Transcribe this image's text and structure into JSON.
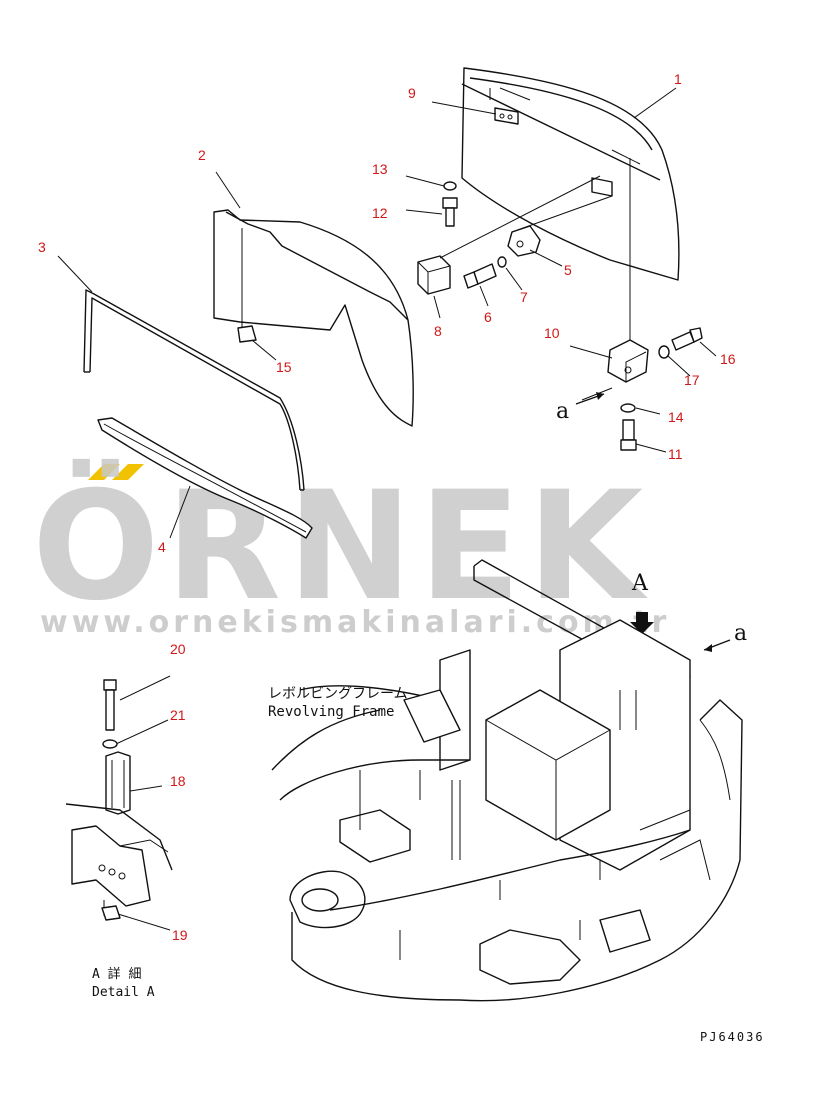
{
  "diagram": {
    "callouts": [
      {
        "id": "1",
        "text": "1"
      },
      {
        "id": "2",
        "text": "2"
      },
      {
        "id": "3",
        "text": "3"
      },
      {
        "id": "4",
        "text": "4"
      },
      {
        "id": "5",
        "text": "5"
      },
      {
        "id": "6",
        "text": "6"
      },
      {
        "id": "7",
        "text": "7"
      },
      {
        "id": "8",
        "text": "8"
      },
      {
        "id": "9",
        "text": "9"
      },
      {
        "id": "10",
        "text": "10"
      },
      {
        "id": "11",
        "text": "11"
      },
      {
        "id": "12",
        "text": "12"
      },
      {
        "id": "13",
        "text": "13"
      },
      {
        "id": "14",
        "text": "14"
      },
      {
        "id": "15",
        "text": "15"
      },
      {
        "id": "16",
        "text": "16"
      },
      {
        "id": "17",
        "text": "17"
      },
      {
        "id": "18",
        "text": "18"
      },
      {
        "id": "19",
        "text": "19"
      },
      {
        "id": "20",
        "text": "20"
      },
      {
        "id": "21",
        "text": "21"
      }
    ],
    "marker_a_left": "a",
    "marker_a_right": "a",
    "marker_A": "A",
    "frame_label_jp": "レボルビングフレーム",
    "frame_label_en": "Revolving Frame",
    "detail_label_jp": "A 詳 細",
    "detail_label_en": "Detail A",
    "drawing_code": "PJ64036"
  },
  "watermark": {
    "brand": "ÖRNEK",
    "url": "www.ornekismakinalari.com.tr",
    "accent_color": "#f2c200"
  }
}
